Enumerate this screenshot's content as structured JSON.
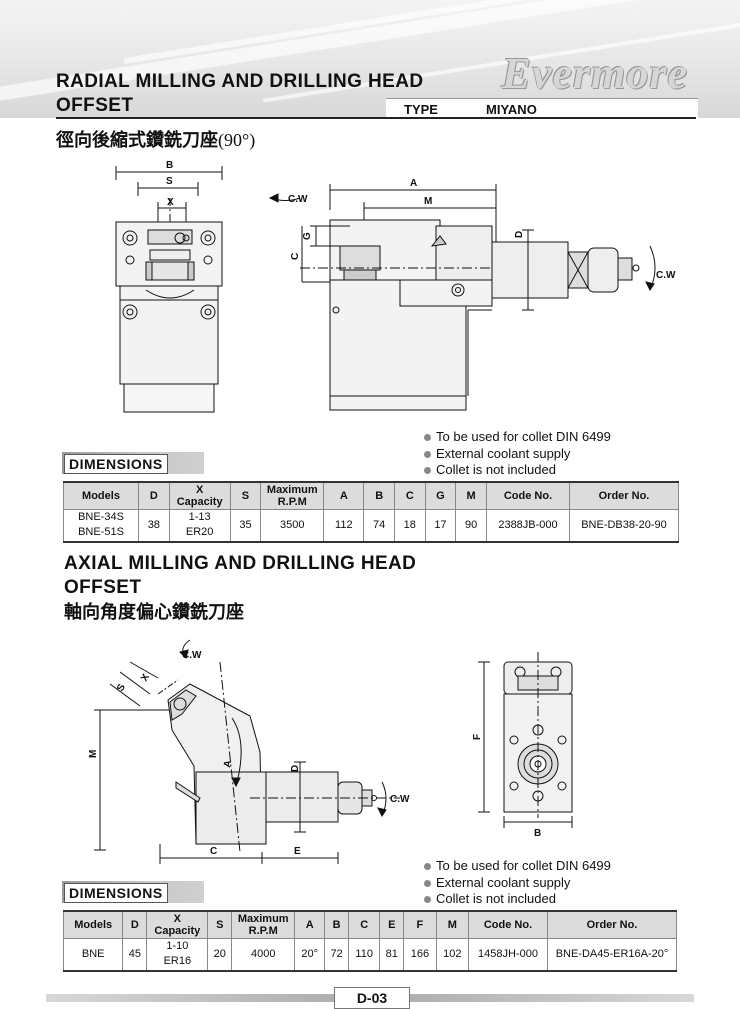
{
  "brand": "Evermore",
  "section1": {
    "title_line1": "RADIAL MILLING AND DRILLING HEAD",
    "title_line2": "OFFSET",
    "type_label": "TYPE",
    "type_value": "MIYANO",
    "title_cn": "徑向後縮式鑽銑刀座",
    "title_cn_suffix": "(90°)",
    "drawing_labels": {
      "B": "B",
      "S": "S",
      "X": "X",
      "A": "A",
      "M": "M",
      "G": "G",
      "C": "C",
      "D": "D",
      "cw_left": "C.W",
      "cw_right": "C.W"
    },
    "dimensions_label": "DIMENSIONS",
    "notes": [
      "To be used for collet DIN 6499",
      "External coolant supply",
      "Collet is not included"
    ],
    "table": {
      "headers": [
        "Models",
        "D",
        "X",
        "Capacity",
        "S",
        "Maximum",
        "R.P.M",
        "A",
        "B",
        "C",
        "G",
        "M",
        "Code No.",
        "Order No."
      ],
      "models": [
        "BNE-34S",
        "BNE-51S"
      ],
      "capacity": [
        "1-13",
        "ER20"
      ],
      "D": "38",
      "S": "35",
      "rpm": "3500",
      "A": "112",
      "B": "74",
      "C": "18",
      "G": "17",
      "M": "90",
      "code": "2388JB-000",
      "order": "BNE-DB38-20-90"
    }
  },
  "section2": {
    "title_line1": "AXIAL MILLING AND DRILLING HEAD",
    "title_line2": "OFFSET",
    "title_cn": "軸向角度偏心鑽銑刀座",
    "drawing_labels": {
      "S": "S",
      "X": "X",
      "M": "M",
      "A": "A",
      "D": "D",
      "C": "C",
      "E": "E",
      "F": "F",
      "B": "B",
      "cw_top": "C.W",
      "cw_right": "C.W"
    },
    "dimensions_label": "DIMENSIONS",
    "notes": [
      "To be used for collet DIN 6499",
      "External coolant supply",
      "Collet is not included"
    ],
    "table": {
      "headers": [
        "Models",
        "D",
        "X",
        "Capacity",
        "S",
        "Maximum",
        "R.P.M",
        "A",
        "B",
        "C",
        "E",
        "F",
        "M",
        "Code No.",
        "Order No."
      ],
      "model": "BNE",
      "capacity": [
        "1-10",
        "ER16"
      ],
      "D": "45",
      "S": "20",
      "rpm": "4000",
      "A": "20°",
      "B": "72",
      "C": "110",
      "E": "81",
      "F": "166",
      "M": "102",
      "code": "1458JH-000",
      "order": "BNE-DA45-ER16A-20°"
    }
  },
  "page_number": "D-03"
}
